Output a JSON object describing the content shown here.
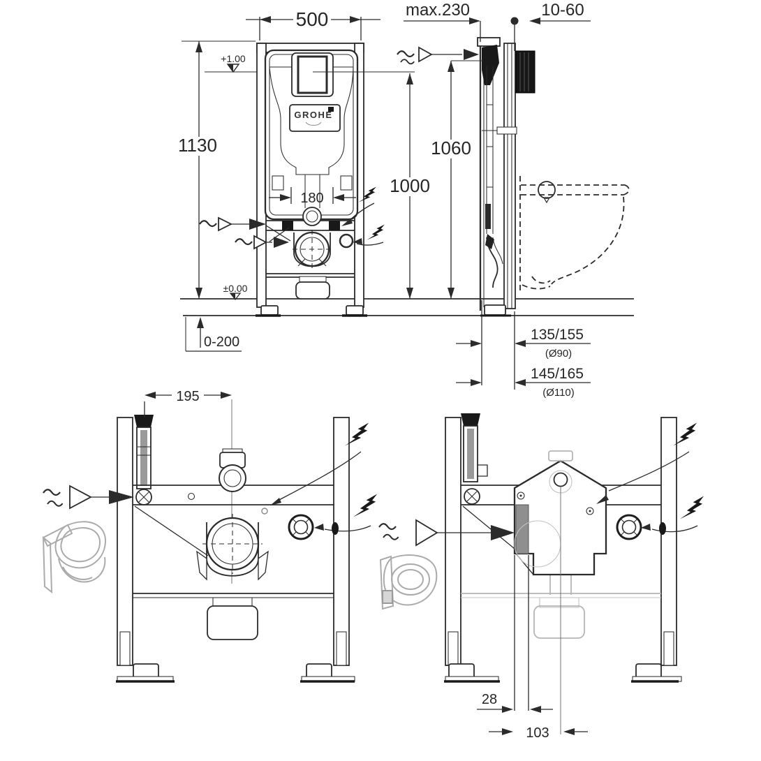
{
  "page": {
    "background": "#ffffff",
    "line_color": "#2b2b2b",
    "ghost_color": "#b5b5b5"
  },
  "brand_plate": {
    "label": "GROHE"
  },
  "views": {
    "front_upper": {
      "name": "front view of tall installation frame",
      "dims": {
        "width": "500",
        "height": "1130",
        "bolt_spacing": "180",
        "level_upper": "+1.00",
        "level_floor": "±0.00",
        "floor_buildup": "0-200"
      }
    },
    "side_upper": {
      "name": "side view of installation frame with WC bowl",
      "dims": {
        "frame_depth": "max.230",
        "finish_thickness": "10-60",
        "top_height": "1060",
        "actuator_height": "1000",
        "outlet_a": "135/155",
        "outlet_a_pipe": "(Ø90)",
        "outlet_b": "145/165",
        "outlet_b_pipe": "(Ø110)"
      }
    },
    "front_lower_left": {
      "name": "front view of support frame",
      "dims": {
        "inlet_offset": "195"
      }
    },
    "front_lower_right": {
      "name": "front view of support frame with cover plate",
      "dims": {
        "edge_offset": "28",
        "center_offset": "103"
      }
    }
  }
}
